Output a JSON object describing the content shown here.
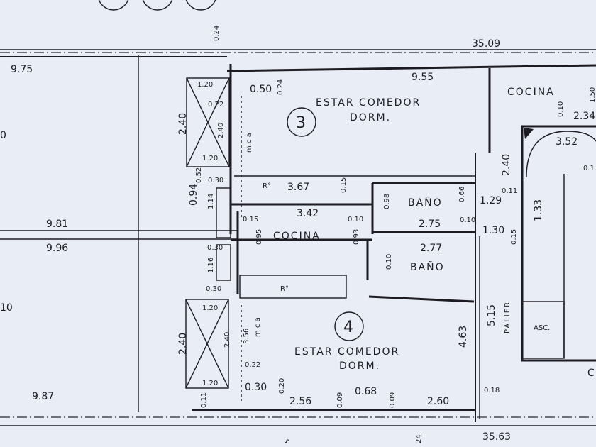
{
  "plan": {
    "overall_top": "35.09",
    "overall_bottom": "35.63",
    "left_dims": {
      "top": "9.75",
      "mid1": "9.81",
      "mid2": "9.96",
      "bottom": "9.87",
      "frag1": "0",
      "frag2": "10"
    },
    "top_small": "0.24",
    "bottom_frag1": "5",
    "bottom_frag2": "24"
  },
  "unit3": {
    "number": "3",
    "room": "ESTAR COMEDOR",
    "room2": "DORM.",
    "width": "9.55",
    "d050": "0.50",
    "d024": "0.24",
    "vent_w_top": "1.20",
    "vent_h": "2.40",
    "vent_h2": "2.40",
    "vent_w_bot": "1.20",
    "d022": "0.22",
    "mca": "m c a",
    "d052": "0.52",
    "d030": "0.30",
    "hall_label": "R°",
    "hall_len": "3.67",
    "d015": "0.15",
    "d094": "0.94",
    "d114": "1.14",
    "kitchen_w": "3.42",
    "kitchen": "COCINA",
    "k015": "0.15",
    "k095": "0.95",
    "k093": "0.93",
    "k010": "0.10",
    "bath": "BAÑO",
    "bath_098": "0.98",
    "bath_066": "0.66",
    "bath_w": "2.75",
    "bath_010": "0.10"
  },
  "unit4": {
    "number": "4",
    "room": "ESTAR COMEDOR",
    "room2": "DORM.",
    "bath": "BAÑO",
    "bath_w": "2.77",
    "bath_010": "0.10",
    "hall_label": "R°",
    "d030": "0.30",
    "d116": "1.16",
    "d030b": "0.30",
    "vent_w_top": "1.20",
    "vent_h": "2.40",
    "vent_h2": "2.40",
    "d356": "3.56",
    "mca": "m c a",
    "d022": "0.22",
    "vent_w_bot": "1.20",
    "d011": "0.11",
    "d050": "0.30",
    "d020": "0.20",
    "w256": "2.56",
    "d009a": "0.09",
    "w068": "0.68",
    "d009b": "0.09",
    "w260": "2.60",
    "d463": "4.63",
    "d018": "0.18"
  },
  "core": {
    "kitchen": "COCINA",
    "d150": "1.50",
    "d010": "0.10",
    "d234": "2.34",
    "d352": "3.52",
    "d240": "2.40",
    "d129": "1.29",
    "d011": "0.11",
    "d133": "1.33",
    "d130": "1.30",
    "d015": "0.15",
    "d01": "0.1",
    "palier": "PALIER",
    "d515": "5.15",
    "elevator": "ASC.",
    "frag": "C"
  }
}
